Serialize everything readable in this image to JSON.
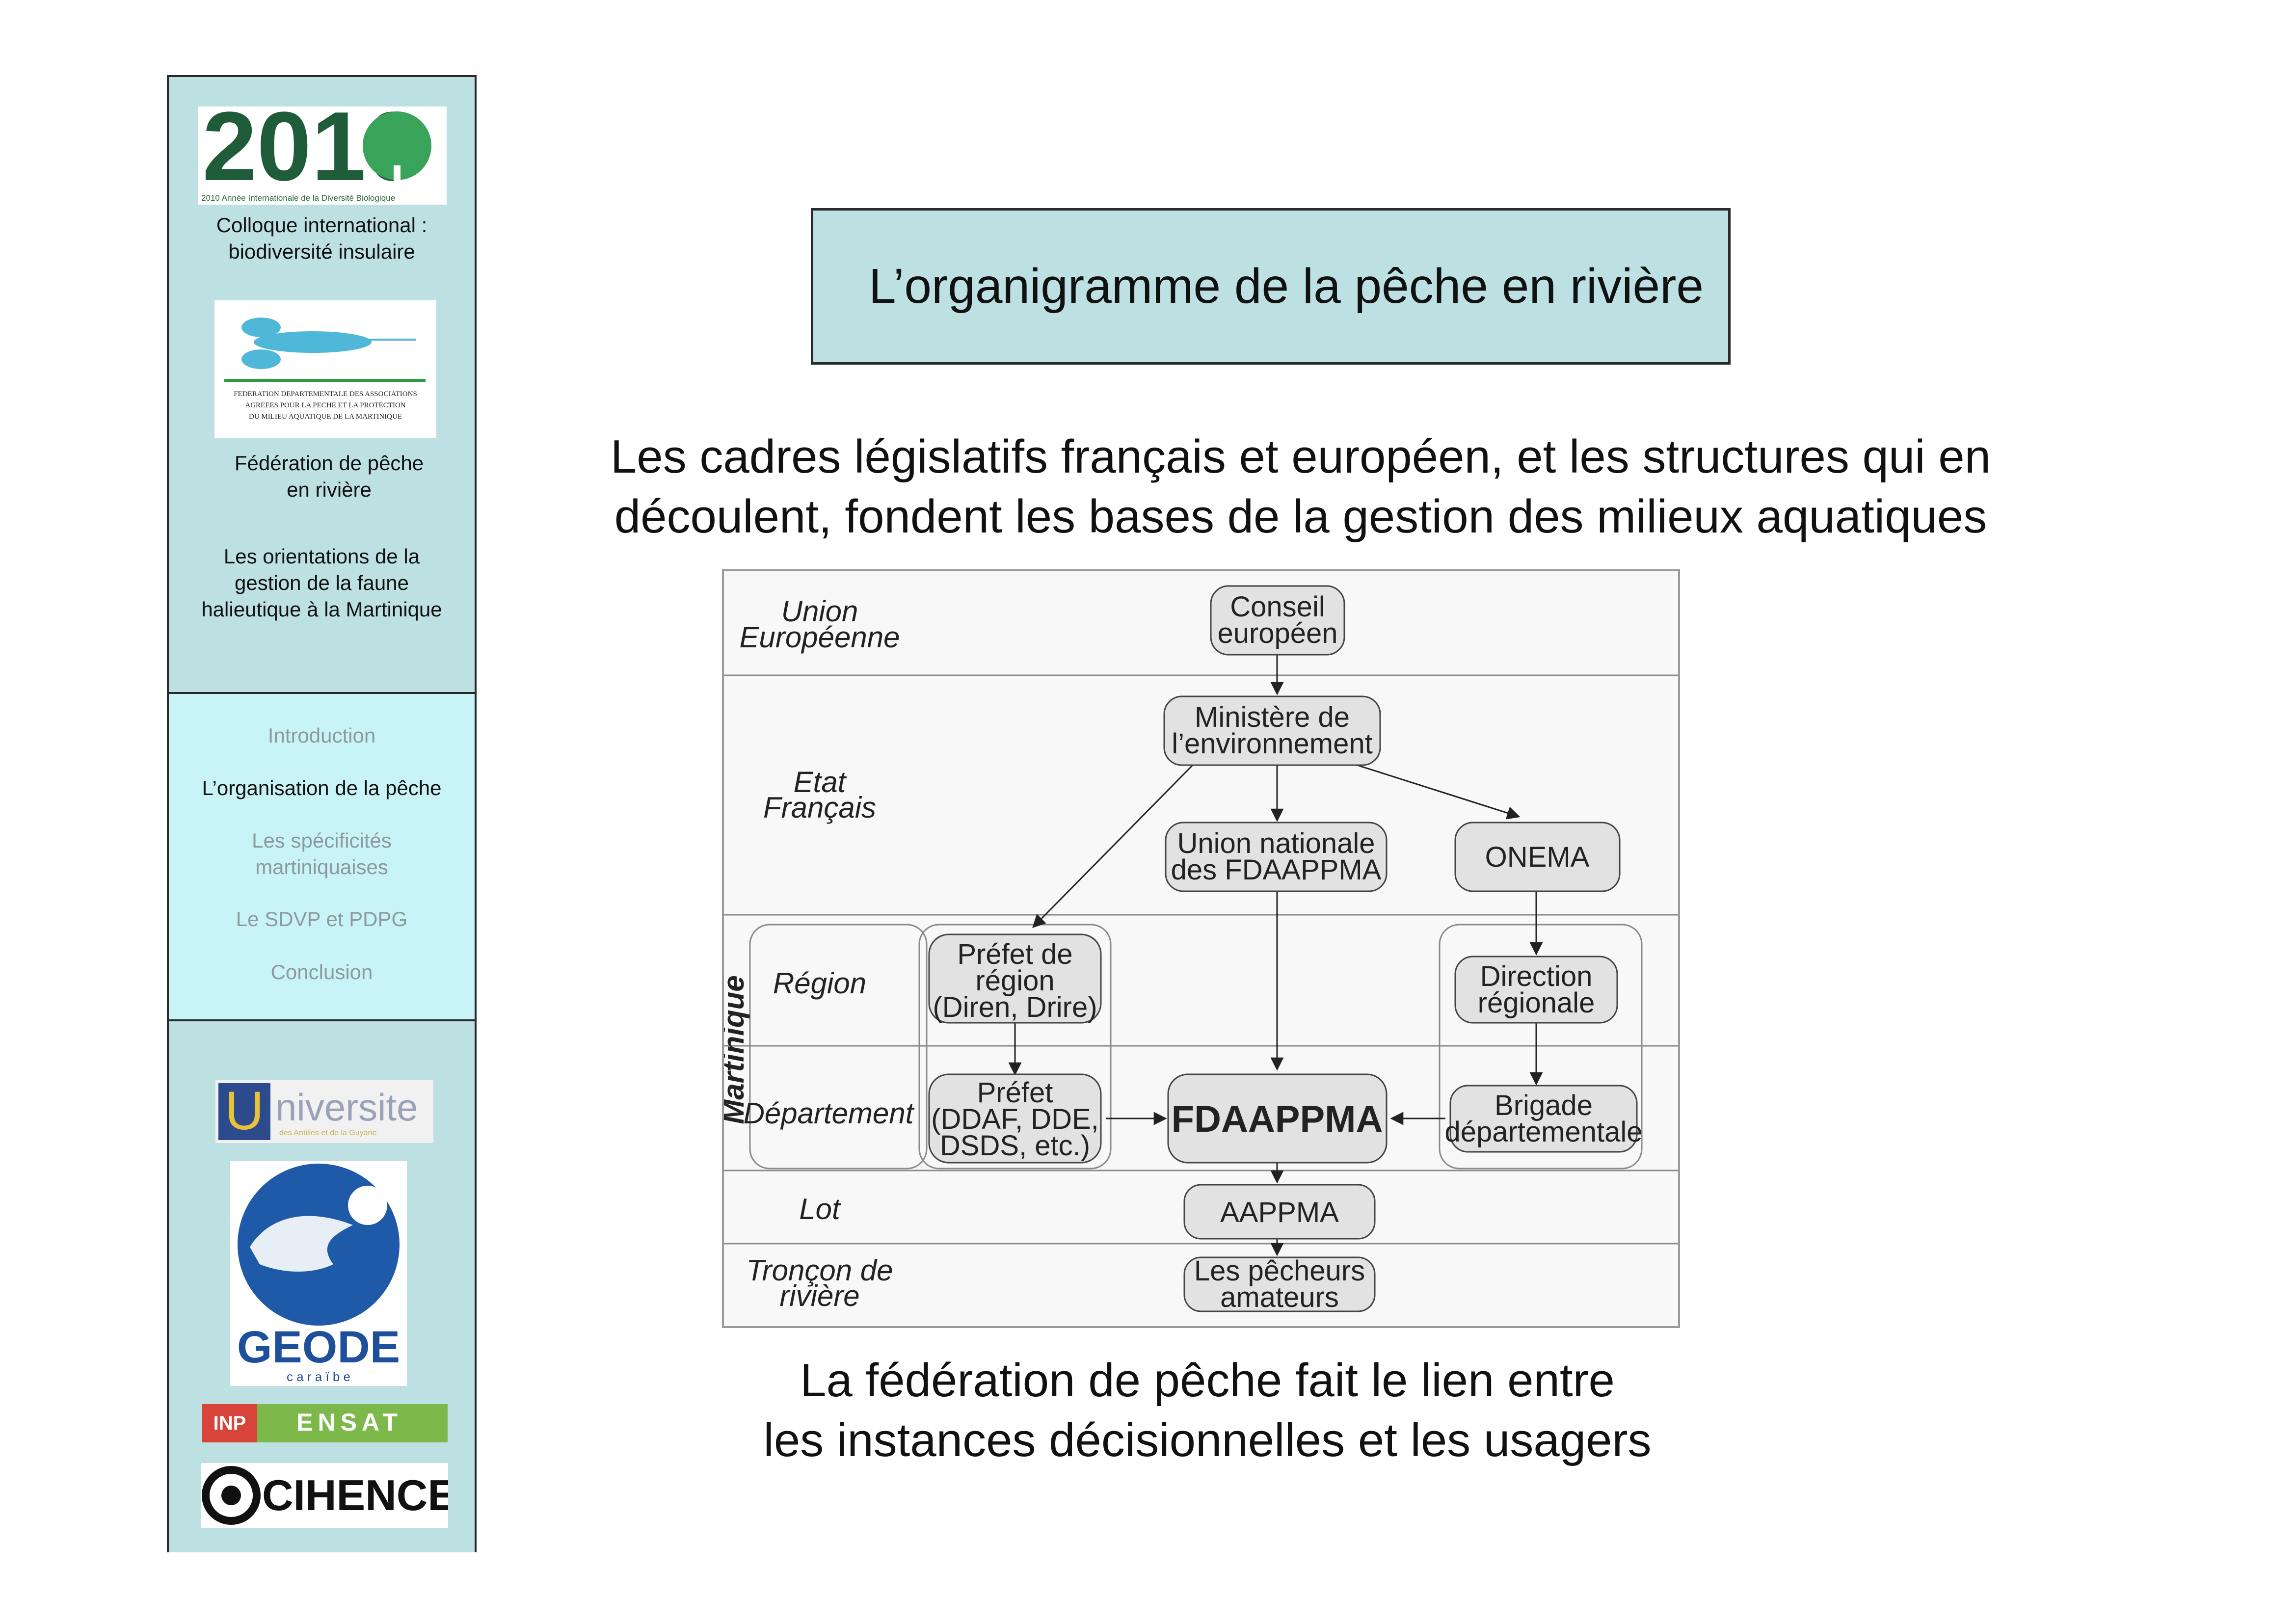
{
  "sidebar": {
    "logo_2010": {
      "big_text": "2010",
      "caption": "2010 Année Internationale de la Diversité Biologique"
    },
    "colloque_line1": "Colloque international :",
    "colloque_line2": "biodiversité insulaire",
    "logo_federation_caption": [
      "FEDERATION DEPARTEMENTALE DES ASSOCIATIONS",
      "AGREEES POUR LA PECHE ET LA PROTECTION",
      "DU MILIEU AQUATIQUE DE LA MARTINIQUE"
    ],
    "federation_line1": "Fédération de pêche",
    "federation_line2": "en rivière",
    "orientations_line1": "Les orientations de la",
    "orientations_line2": "gestion de la faune",
    "orientations_line3": "halieutique à la Martinique",
    "menu": [
      {
        "label": "Introduction",
        "active": false
      },
      {
        "label": "L’organisation de la pêche",
        "active": true
      },
      {
        "label_line1": "Les spécificités",
        "label_line2": "martiniquaises",
        "active": false
      },
      {
        "label": "Le SDVP et PDPG",
        "active": false
      },
      {
        "label": "Conclusion",
        "active": false
      }
    ],
    "logo_universite": {
      "letter": "U",
      "word": "niversite",
      "sub": "des Antilles et de la Guyane"
    },
    "logo_geode": {
      "word": "GEODE",
      "sub": "c a r a ï b e"
    },
    "logo_inp": {
      "left": "INP",
      "right": "ENSAT"
    },
    "logo_cihence": {
      "word": "CIHENCE"
    }
  },
  "main": {
    "title": "L’organigramme de la pêche en rivière",
    "intro_line1": "Les cadres législatifs français et européen, et les structures qui en",
    "intro_line2": "découlent, fondent les bases de la gestion des milieux aquatiques",
    "conclusion_line1": "La fédération de pêche fait le lien entre",
    "conclusion_line2": "les instances décisionnelles et les usagers"
  },
  "diagram": {
    "levels": {
      "union_l1": "Union",
      "union_l2": "Européenne",
      "etat_l1": "Etat",
      "etat_l2": "Français",
      "martinique": "Martinique",
      "region": "Région",
      "departement": "Département",
      "lot": "Lot",
      "troncon_l1": "Tronçon de",
      "troncon_l2": "rivière"
    },
    "nodes": {
      "conseil_l1": "Conseil",
      "conseil_l2": "européen",
      "ministere_l1": "Ministère de",
      "ministere_l2": "l’environnement",
      "union_nat_l1": "Union nationale",
      "union_nat_l2": "des FDAAPPMA",
      "onema": "ONEMA",
      "prefet_region_l1": "Préfet de",
      "prefet_region_l2": "région",
      "prefet_region_l3": "(Diren, Drire)",
      "prefet_l1": "Préfet",
      "prefet_l2": "(DDAF, DDE,",
      "prefet_l3": "DSDS, etc.)",
      "fdaappma": "FDAAPPMA",
      "direction_l1": "Direction",
      "direction_l2": "régionale",
      "brigade_l1": "Brigade",
      "brigade_l2": "départementale",
      "aappma": "AAPPMA",
      "pecheurs_l1": "Les pêcheurs",
      "pecheurs_l2": "amateurs"
    }
  },
  "colors": {
    "panel": "#bde0e3",
    "menu_panel": "#c8f4f8",
    "node_fill": "#e2e2e2",
    "menu_inactive": "#8c9a9c"
  }
}
